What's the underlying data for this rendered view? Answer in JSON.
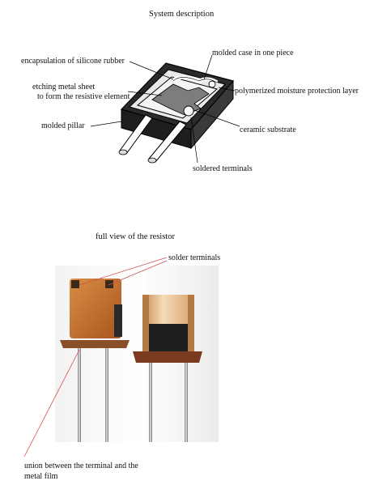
{
  "section1": {
    "title": "System description",
    "labels": {
      "encapsulation": "encapsulation of silicone rubber",
      "molded_case": "molded case in one piece",
      "etching": "etching metal sheet",
      "etching2": "to form the resistive element",
      "moisture": "polymerized moisture protection layer",
      "pillar": "molded pillar",
      "ceramic": "ceramic substrate",
      "soldered": "soldered terminals"
    }
  },
  "section2": {
    "title": "full view of the resistor",
    "labels": {
      "solder_terminals": "solder terminals",
      "union_line1": "union between the terminal and the",
      "union_line2": "metal film"
    }
  }
}
